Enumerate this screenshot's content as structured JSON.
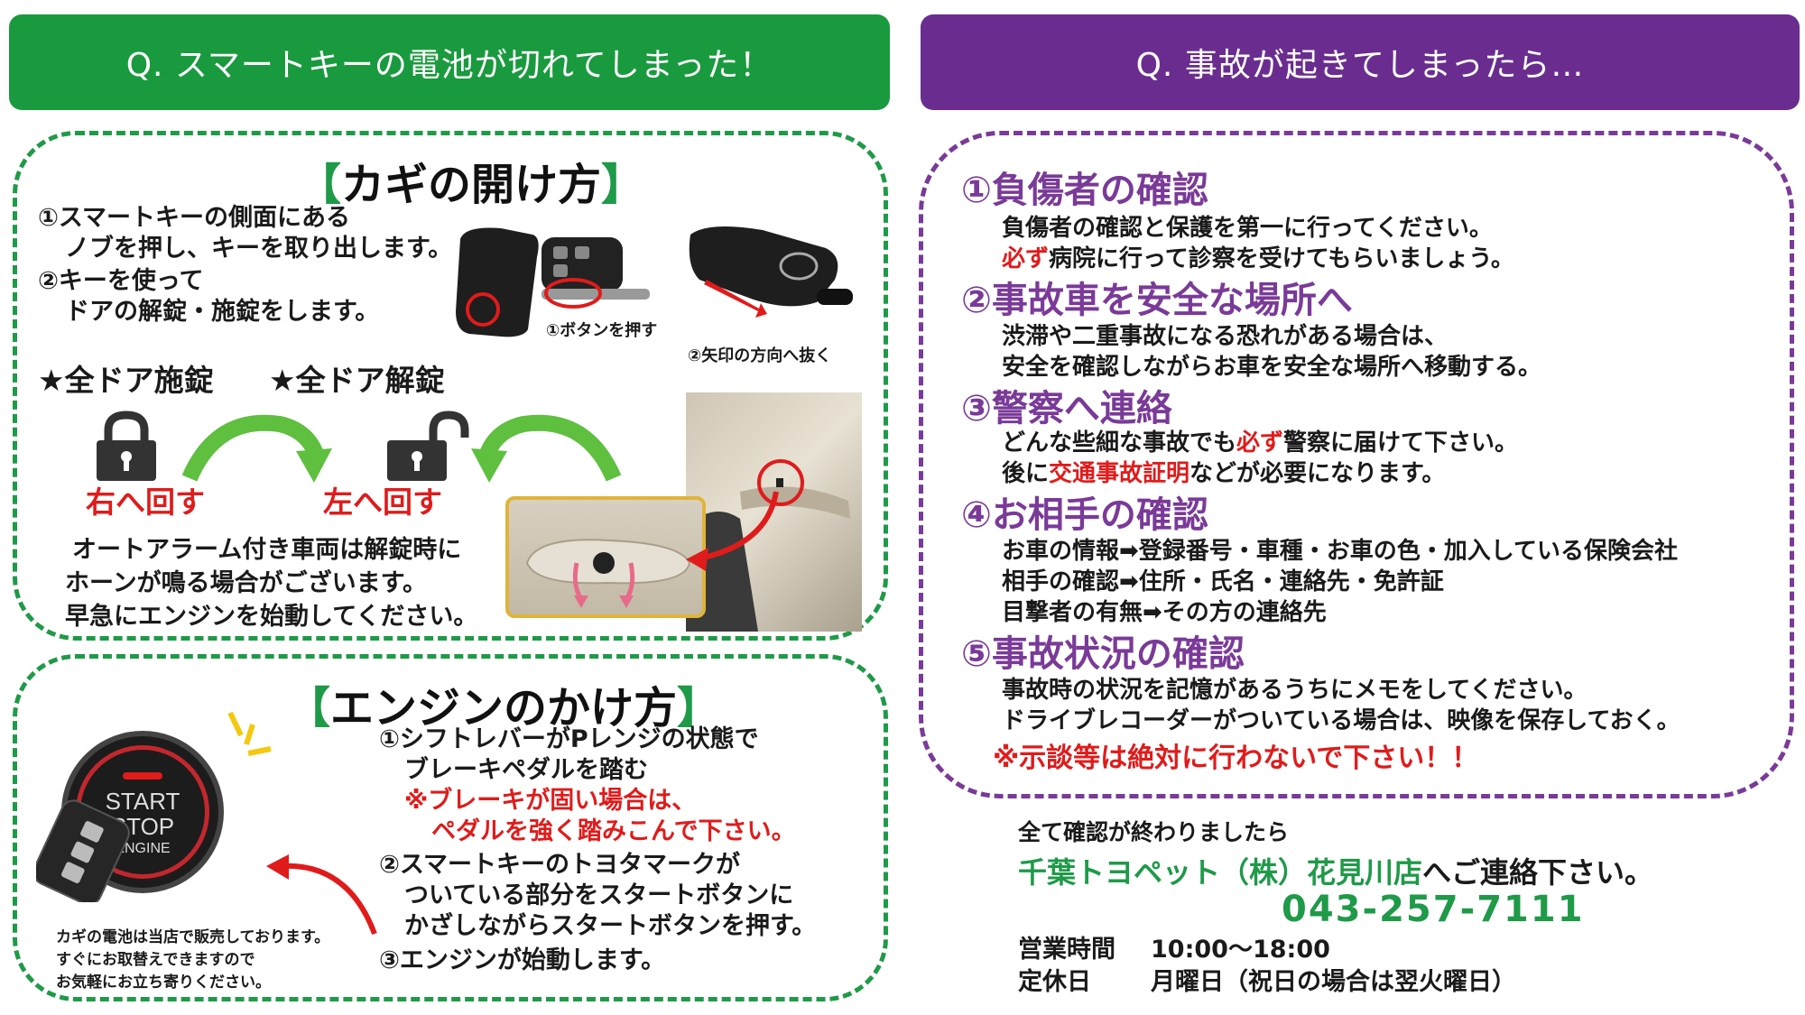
{
  "left_banner": "Q. スマートキーの電池が切れてしまった！",
  "right_banner": "Q. 事故が起きてしまったら…",
  "key_open": {
    "heading_open": "【",
    "heading_text": "カギの開け方",
    "heading_close": "】",
    "step1_line1": "①スマートキーの側面にある",
    "step1_line2": "ノブを押し、キーを取り出します。",
    "step2_line1": "②キーを使って",
    "step2_line2": "ドアの解錠・施錠をします。",
    "photo_caption1": "①ボタンを押す",
    "photo_caption2": "②矢印の方向へ抜く",
    "lock_all": "★全ドア施錠",
    "unlock_all": "★全ドア解錠",
    "turn_right": "右へ回す",
    "turn_left": "左へ回す",
    "alarm_line1": "オートアラーム付き車両は解錠時に",
    "alarm_line2": "ホーンが鳴る場合がございます。",
    "alarm_line3": "早急にエンジンを始動してください。"
  },
  "engine": {
    "heading_open": "【",
    "heading_text": "エンジンのかけ方",
    "heading_close": "】",
    "button_start": "START",
    "button_stop": "STOP",
    "button_engine": "ENGINE",
    "step1_line1": "①シフトレバーがPレンジの状態で",
    "step1_line2": "ブレーキペダルを踏む",
    "warn_line1": "※ブレーキが固い場合は、",
    "warn_line2": "ペダルを強く踏みこんで下さい。",
    "step2_line1": "②スマートキーのトヨタマークが",
    "step2_line2": "ついている部分をスタートボタンに",
    "step2_line3": "かざしながらスタートボタンを押す。",
    "step3": "③エンジンが始動します。",
    "note_line1": "カギの電池は当店で販売しております。",
    "note_line2": "すぐにお取替えできますので",
    "note_line3": "お気軽にお立ち寄りください。"
  },
  "accident": {
    "s1_title": "①負傷者の確認",
    "s1_line1": "負傷者の確認と保護を第一に行ってください。",
    "s1_line2_red": "必ず",
    "s1_line2_rest": "病院に行って診察を受けてもらいましょう。",
    "s2_title": "②事故車を安全な場所へ",
    "s2_line1": "渋滞や二重事故になる恐れがある場合は、",
    "s2_line2": "安全を確認しながらお車を安全な場所へ移動する。",
    "s3_title": "③警察へ連絡",
    "s3_line1_a": "どんな些細な事故でも",
    "s3_line1_red": "必ず",
    "s3_line1_b": "警察に届けて下さい。",
    "s3_line2_a": "後に",
    "s3_line2_red": "交通事故証明",
    "s3_line2_b": "などが必要になります。",
    "s4_title": "④お相手の確認",
    "s4_line1": "お車の情報➡登録番号・車種・お車の色・加入している保険会社",
    "s4_line2": "相手の確認➡住所・氏名・連絡先・免許証",
    "s4_line3": "目撃者の有無➡その方の連絡先",
    "s5_title": "⑤事故状況の確認",
    "s5_line1": "事故時の状況を記憶があるうちにメモをしてください。",
    "s5_line2": "ドライブレコーダーがついている場合は、映像を保存しておく。",
    "s5_warn": "※示談等は絶対に行わないで下さい！！"
  },
  "contact": {
    "intro": "全て確認が終わりましたら",
    "dealer": "千葉トヨペット（株）花見川店",
    "dealer_suffix": "へご連絡下さい。",
    "phone": "043-257-7111",
    "hours_label": "営業時間",
    "hours_value": "10:00～18:00",
    "closed_label": "定休日",
    "closed_value": "月曜日（祝日の場合は翌火曜日）"
  },
  "colors": {
    "green": "#1a9a3e",
    "purple": "#6a2d8f",
    "red": "#e01b1b"
  }
}
